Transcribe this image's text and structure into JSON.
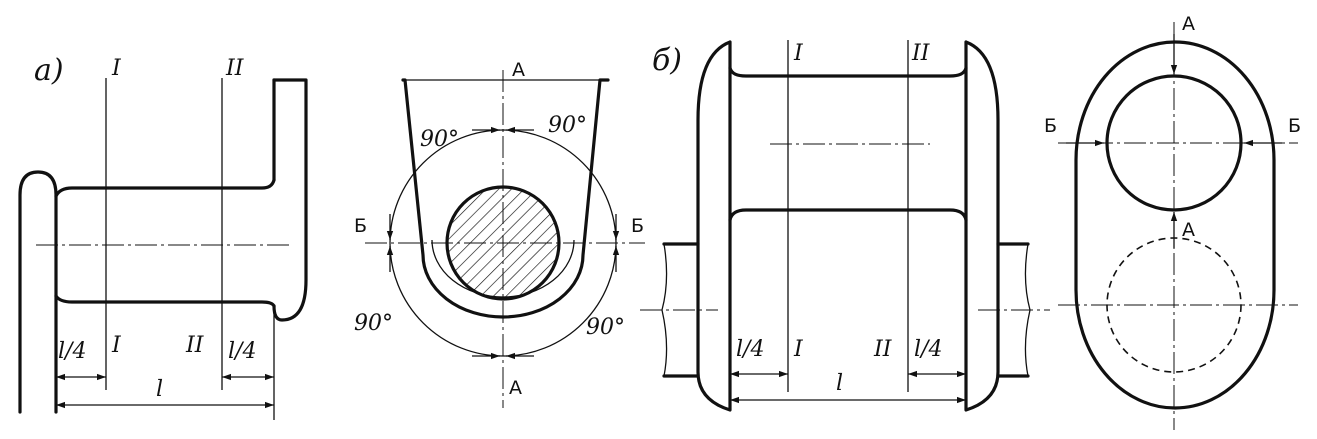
{
  "figure_a": {
    "label": "а)",
    "section_top_1": "I",
    "section_top_2": "II",
    "section_bot_1": "I",
    "section_bot_2": "II",
    "quarter_left": "l/4",
    "quarter_right": "l/4",
    "length": "l"
  },
  "load_view": {
    "a_top": "A",
    "a_bottom": "A",
    "b_left": "Б",
    "b_right": "Б",
    "angle_tl": "90°",
    "angle_tr": "90°",
    "angle_bl": "90°",
    "angle_br": "90°"
  },
  "figure_b": {
    "label": "б)",
    "section_top_1": "I",
    "section_top_2": "II",
    "section_bot_1": "I",
    "section_bot_2": "II",
    "quarter_left": "l/4",
    "quarter_right": "l/4",
    "length": "l"
  },
  "link_view": {
    "a_top": "A",
    "a_middle": "A",
    "b_left": "Б",
    "b_right": "Б"
  }
}
